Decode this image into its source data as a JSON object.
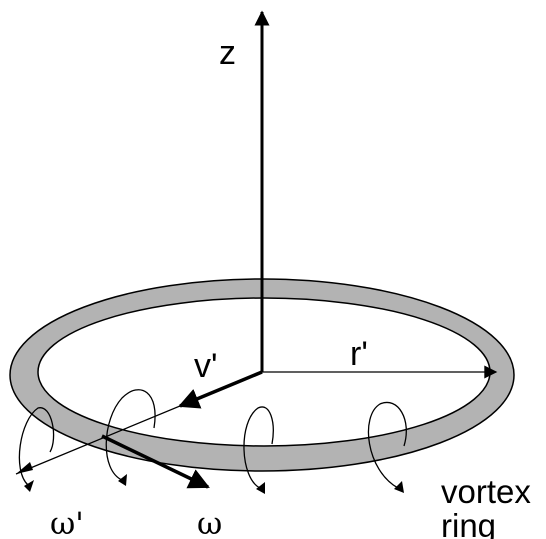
{
  "labels": {
    "z": "z",
    "v_prime": "v'",
    "r_prime": "r'",
    "omega_prime": "ω'",
    "omega": "ω",
    "vortex": "vortex",
    "ring": "ring"
  },
  "colors": {
    "ring_fill": "#b3b3b3",
    "ink": "#000000",
    "background": "#ffffff"
  }
}
